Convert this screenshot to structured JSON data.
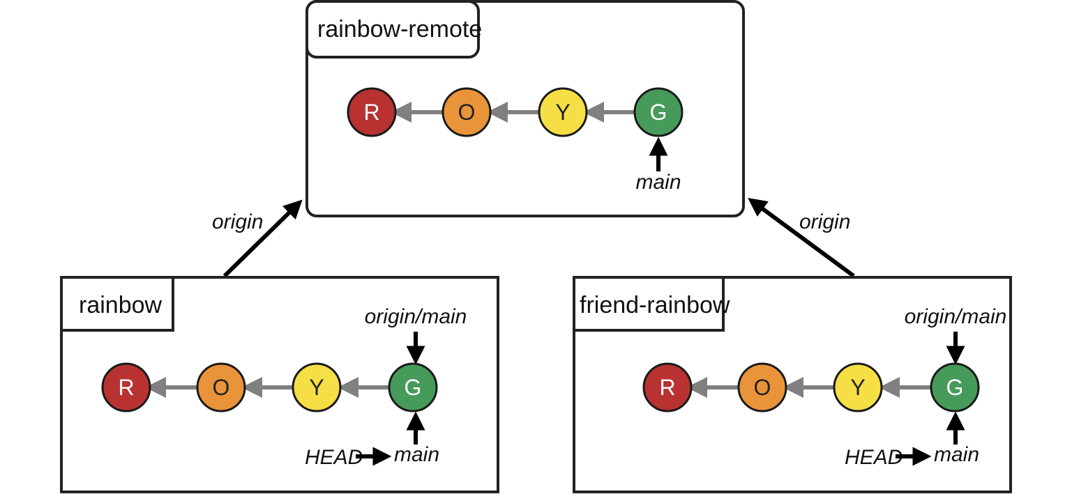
{
  "remote": {
    "title": "rainbow-remote",
    "commits": [
      "R",
      "O",
      "Y",
      "G"
    ],
    "branch": "main"
  },
  "local": {
    "title": "rainbow",
    "commits": [
      "R",
      "O",
      "Y",
      "G"
    ],
    "remote_branch": "origin/main",
    "branch": "main",
    "head": "HEAD"
  },
  "friend": {
    "title": "friend-rainbow",
    "commits": [
      "R",
      "O",
      "Y",
      "G"
    ],
    "remote_branch": "origin/main",
    "branch": "main",
    "head": "HEAD"
  },
  "connections": {
    "left_label": "origin",
    "right_label": "origin"
  },
  "colors": {
    "R": "#b83232",
    "O": "#e9943a",
    "Y": "#f6de46",
    "G": "#469b5a",
    "link": "#808080",
    "border": "#222222"
  }
}
